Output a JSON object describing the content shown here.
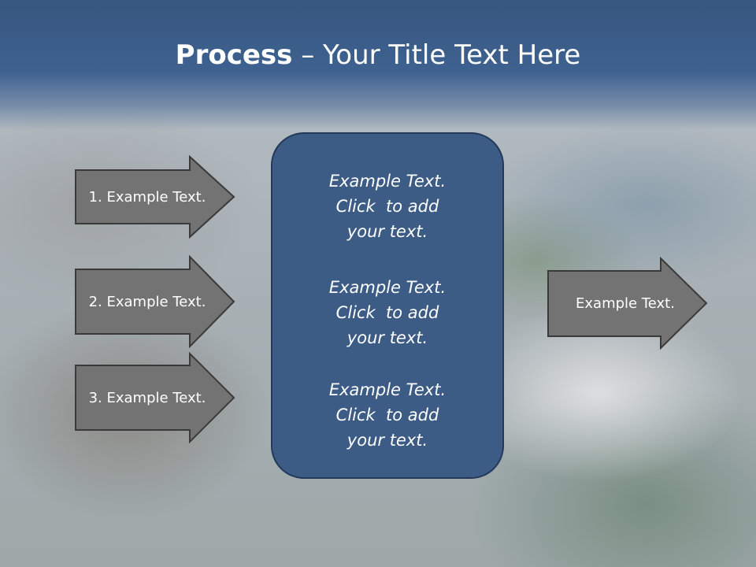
{
  "slide": {
    "title_bold": "Process",
    "title_dash": " – ",
    "title_rest": "Your Title Text Here"
  },
  "left_arrows": [
    {
      "label": "1. Example Text."
    },
    {
      "label": "2. Example Text."
    },
    {
      "label": "3. Example Text."
    }
  ],
  "center_box": {
    "blocks": [
      {
        "line1": "Example Text.",
        "line2": "Click  to add",
        "line3": "your text."
      },
      {
        "line1": "Example Text.",
        "line2": "Click  to add",
        "line3": "your text."
      },
      {
        "line1": "Example Text.",
        "line2": "Click  to add",
        "line3": "your text."
      }
    ]
  },
  "right_arrow": {
    "label": "Example Text."
  },
  "colors": {
    "title_band": "#3e6190",
    "arrow_fill": "#737373",
    "arrow_stroke": "#3a3a3a",
    "box_fill": "#3c5c86",
    "box_stroke": "#24385a"
  }
}
